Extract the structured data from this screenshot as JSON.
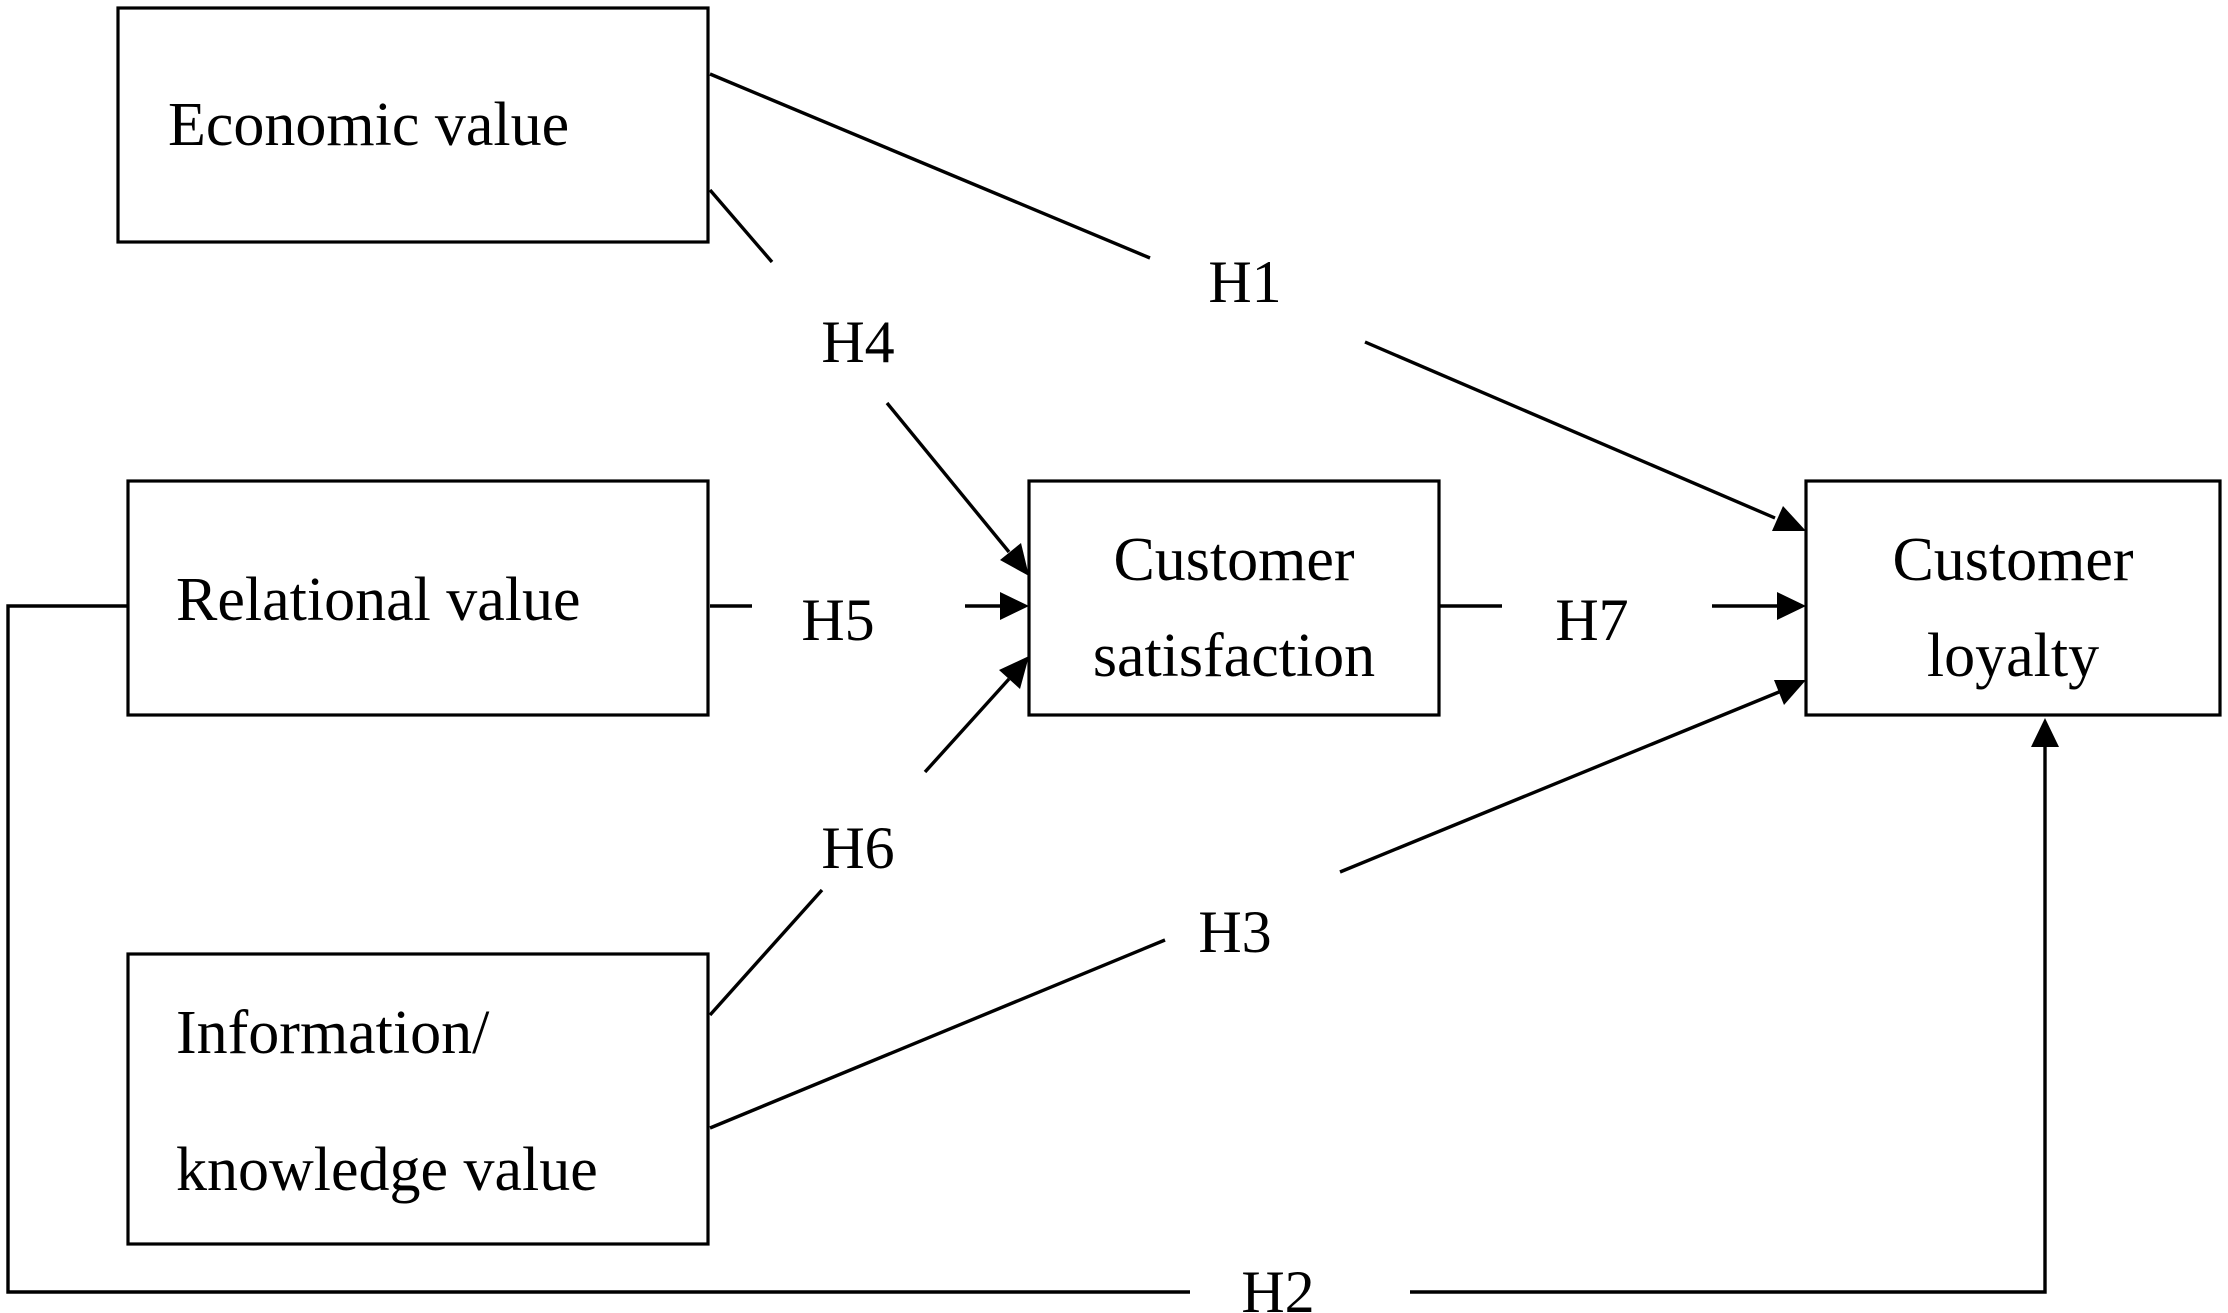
{
  "boxes": {
    "economic_value": {
      "label": "Economic value"
    },
    "relational_value": {
      "label": "Relational value"
    },
    "information_value": {
      "line1": "Information/",
      "line2": "knowledge value"
    },
    "customer_satisfaction": {
      "line1": "Customer",
      "line2": "satisfaction"
    },
    "customer_loyalty": {
      "line1": "Customer",
      "line2": "loyalty"
    }
  },
  "hypotheses": {
    "h1": "H1",
    "h2": "H2",
    "h3": "H3",
    "h4": "H4",
    "h5": "H5",
    "h6": "H6",
    "h7": "H7"
  },
  "colors": {
    "stroke": "#000000",
    "background": "#ffffff"
  }
}
